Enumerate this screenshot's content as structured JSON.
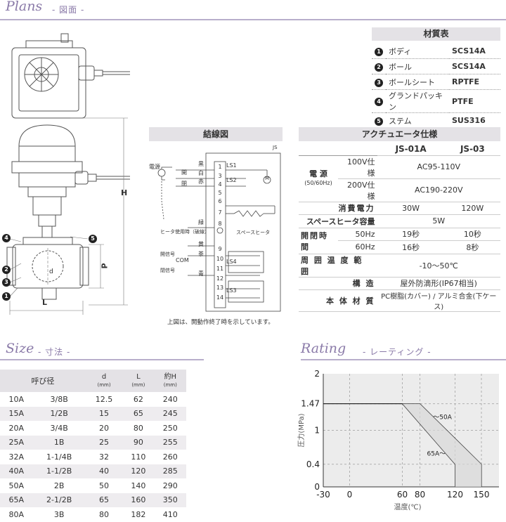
{
  "plans": {
    "title": "Plans",
    "subtitle": "- 図面 -",
    "dim_h": "H",
    "dim_l": "L",
    "dim_p": "P",
    "dim_d": "d",
    "callouts": [
      "1",
      "2",
      "3",
      "4",
      "5"
    ]
  },
  "materials": {
    "heading": "材質表",
    "rows": [
      {
        "num": "1",
        "name": "ボディ",
        "value": "SCS14A"
      },
      {
        "num": "2",
        "name": "ボール",
        "value": "SCS14A"
      },
      {
        "num": "3",
        "name": "ボールシート",
        "value": "RPTFE"
      },
      {
        "num": "4",
        "name": "グランドパッキン",
        "value": "PTFE"
      },
      {
        "num": "5",
        "name": "ステム",
        "value": "SUS316"
      }
    ]
  },
  "wiring": {
    "heading": "結線図",
    "model": "JS",
    "power": "電源",
    "open": "開",
    "close": "閉",
    "black": "黒",
    "white": "白",
    "red": "赤",
    "green": "緑",
    "heater_note": "ヒータ使用時（破線）",
    "space_heater": "スペースヒータ",
    "yellow": "黄",
    "brown": "茶",
    "blue": "青",
    "open_signal": "開信号",
    "close_signal": "閉信号",
    "com": "COM",
    "motor": "M",
    "terminals": [
      "1",
      "3",
      "4",
      "5",
      "6",
      "7",
      "8",
      "9",
      "10",
      "11",
      "12",
      "13",
      "14"
    ],
    "switches": [
      "LS1",
      "LS2",
      "LS4",
      "LS3"
    ],
    "caption": "上図は、開動作終了時を示しています。"
  },
  "actuator": {
    "heading": "アクチュエータ仕様",
    "col1": "JS-01A",
    "col2": "JS-03",
    "power_label": "電 源",
    "power_sub": "(50/60Hz)",
    "v100": "100V仕様",
    "v100_val": "AC95-110V",
    "v200": "200V仕様",
    "v200_val": "AC190-220V",
    "consumption_label": "消費電力",
    "consumption": [
      "30W",
      "120W"
    ],
    "heater_label": "スペースヒータ容量",
    "heater_val": "5W",
    "time_label": "開閉時間",
    "hz50": "50Hz",
    "hz50_vals": [
      "19秒",
      "10秒"
    ],
    "hz60": "60Hz",
    "hz60_vals": [
      "16秒",
      "8秒"
    ],
    "temp_label": "周 囲 温 度 範 囲",
    "temp_val": "-10〜50℃",
    "structure_label": "構 造",
    "structure_val": "屋外防滴形(IP67相当)",
    "body_label": "本 体 材 質",
    "body_val": "PC樹脂(カバー) / アルミ合金(下ケース)"
  },
  "size": {
    "title": "Size",
    "subtitle": "- 寸法 -",
    "headers": {
      "nominal": "呼び径",
      "d": "d",
      "L": "L",
      "H": "約H",
      "unit": "(mm)"
    },
    "rows": [
      [
        "10A",
        "3/8B",
        "12.5",
        "62",
        "240"
      ],
      [
        "15A",
        "1/2B",
        "15",
        "65",
        "245"
      ],
      [
        "20A",
        "3/4B",
        "20",
        "80",
        "250"
      ],
      [
        "25A",
        "1B",
        "25",
        "90",
        "255"
      ],
      [
        "32A",
        "1-1/4B",
        "32",
        "110",
        "260"
      ],
      [
        "40A",
        "1-1/2B",
        "40",
        "120",
        "285"
      ],
      [
        "50A",
        "2B",
        "50",
        "140",
        "290"
      ],
      [
        "65A",
        "2-1/2B",
        "65",
        "160",
        "350"
      ],
      [
        "80A",
        "3B",
        "80",
        "182",
        "410"
      ]
    ]
  },
  "rating": {
    "title": "Rating",
    "subtitle": "- レーティング -"
  },
  "chart_data": {
    "type": "line",
    "xlabel": "温度(℃)",
    "ylabel": "圧力(MPa)",
    "xlim": [
      -30,
      170
    ],
    "ylim": [
      0,
      2
    ],
    "xticks": [
      "-30",
      "0",
      "60",
      "80",
      "120",
      "150"
    ],
    "xtick_values": [
      -30,
      0,
      60,
      80,
      120,
      150
    ],
    "yticks": [
      "0",
      "0.4",
      "1",
      "1.47",
      "2"
    ],
    "ytick_values": [
      0,
      0.4,
      1,
      1.47,
      2
    ],
    "grid": true,
    "series": [
      {
        "name": "〜50A",
        "x": [
          -30,
          80,
          150,
          150
        ],
        "y": [
          1.47,
          1.47,
          0.4,
          0
        ]
      },
      {
        "name": "65A〜",
        "x": [
          -30,
          60,
          120,
          120
        ],
        "y": [
          1.47,
          1.47,
          0.4,
          0
        ]
      }
    ]
  }
}
